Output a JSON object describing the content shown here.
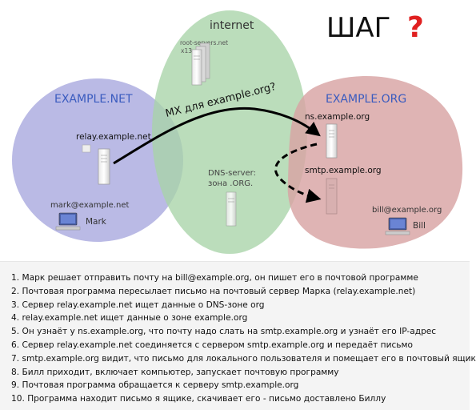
{
  "title": {
    "text": "ШАГ",
    "mark": "?"
  },
  "zones": {
    "internet": {
      "label": "internet"
    },
    "example_net": {
      "label": "EXAMPLE.NET"
    },
    "example_org": {
      "label": "EXAMPLE.ORG"
    }
  },
  "nodes": {
    "root_servers": {
      "label": "root-servers.net",
      "count": "x13"
    },
    "relay": {
      "label": "relay.example.net"
    },
    "mark": {
      "email": "mark@example.net",
      "name": "Mark"
    },
    "dns_server": {
      "line1": "DNS-server:",
      "line2": "зона .ORG."
    },
    "ns": {
      "label": "ns.example.org"
    },
    "smtp": {
      "label": "smtp.example.org"
    },
    "bill": {
      "email": "bill@example.org",
      "name": "Bill"
    }
  },
  "arrows": {
    "mx_query": {
      "label": "MX для example.org?"
    }
  },
  "colors": {
    "internet": "#a8d4a8",
    "example_net": "#a9a9de",
    "example_org": "#d8a3a3",
    "blue_text": "#3a5bbf",
    "question": "#e02020"
  },
  "steps": [
    "1. Марк решает отправить почту на bill@example.org, он пишет его в почтовой программе",
    "2. Почтовая программа пересылает письмо на почтовый сервер Марка (relay.example.net)",
    "3. Сервер relay.example.net ищет данные о DNS-зоне org",
    "4. relay.example.net ищет данные о зоне example.org",
    "5. Он узнаёт у ns.example.org, что почту надо слать на smtp.example.org и узнаёт его IP-адрес",
    "6. Сервер relay.example.net соединяется с сервером smtp.example.org и передаёт письмо",
    "7. smtp.example.org видит, что письмо для локального пользователя и помещает его в почтовый ящик",
    "8. Билл приходит, включает компьютер, запускает почтовую программу",
    "9. Почтовая программа обращается к серверу smtp.example.org",
    "10. Программа находит письмо я ящике, скачивает его - письмо доставлено Биллу"
  ]
}
